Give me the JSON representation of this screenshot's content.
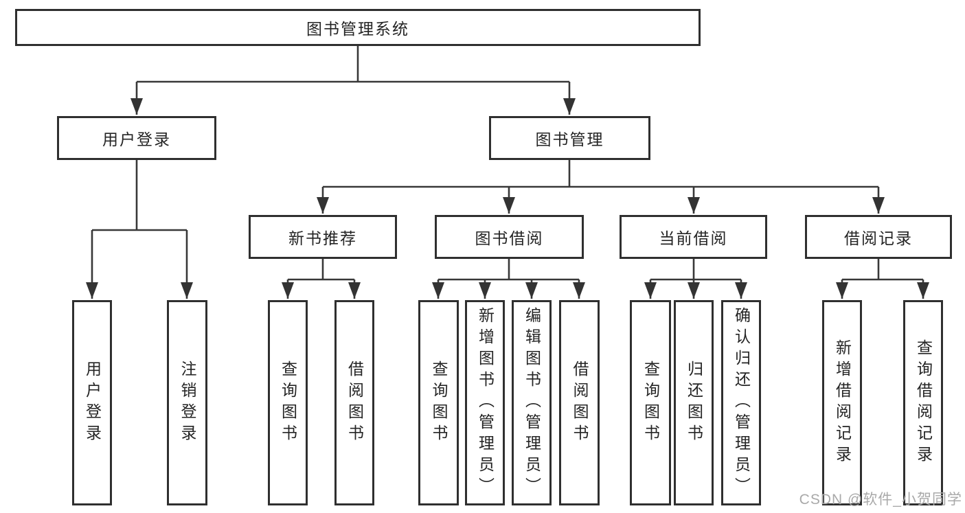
{
  "tree": {
    "label": "图书管理系统",
    "children": [
      {
        "label": "用户登录",
        "children": [
          {
            "label": "用户登录"
          },
          {
            "label": "注销登录"
          }
        ]
      },
      {
        "label": "图书管理",
        "children": [
          {
            "label": "新书推荐",
            "children": [
              {
                "label": "查询图书"
              },
              {
                "label": "借阅图书"
              }
            ]
          },
          {
            "label": "图书借阅",
            "children": [
              {
                "label": "查询图书"
              },
              {
                "label": "新增图书（管理员）"
              },
              {
                "label": "编辑图书（管理员）"
              },
              {
                "label": "借阅图书"
              }
            ]
          },
          {
            "label": "当前借阅",
            "children": [
              {
                "label": "查询图书"
              },
              {
                "label": "归还图书"
              },
              {
                "label": "确认归还（管理员）"
              }
            ]
          },
          {
            "label": "借阅记录",
            "children": [
              {
                "label": "新增借阅记录"
              },
              {
                "label": "查询借阅记录"
              }
            ]
          }
        ]
      }
    ]
  },
  "watermark": "CSDN @软件_小贺同学",
  "colors": {
    "box_border": "#2f2f2f",
    "connector_line": "#383838",
    "text": "#242424",
    "watermark_text": "#a9a9a9",
    "background": "#ffffff"
  }
}
